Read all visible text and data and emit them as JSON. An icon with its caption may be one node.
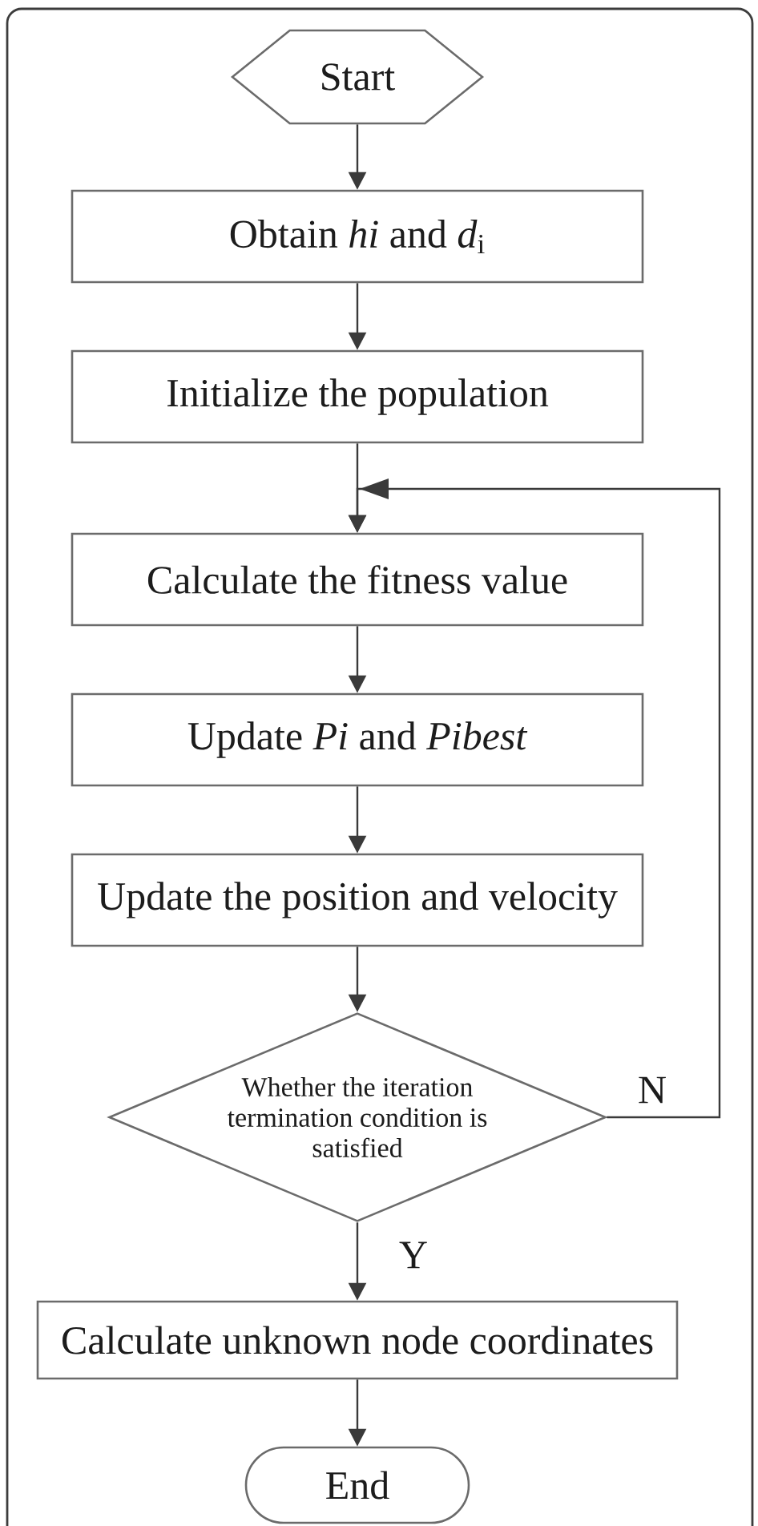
{
  "diagram": {
    "nodes": [
      {
        "text": [
          "Start"
        ]
      },
      {
        "text": [
          "Obtain *hi* and *d*$_{i}$"
        ]
      },
      {
        "text": [
          "Initialize the population"
        ]
      },
      {
        "text": [
          "Calculate the fitness value"
        ]
      },
      {
        "text": [
          "Update *Pi* and *Pibest*"
        ]
      },
      {
        "text": [
          "Update the position and velocity"
        ]
      },
      {
        "text": [
          "Whether the iteration termination condition is satisfied"
        ]
      },
      {
        "text": [
          "Calculate unknown node coordinates"
        ]
      },
      {
        "text": [
          "End"
        ]
      }
    ],
    "edges": [
      {
        "from": 0,
        "to": 1,
        "arrow": "to"
      },
      {
        "from": 1,
        "to": 2,
        "arrow": "to"
      },
      {
        "from": 2,
        "to": 3,
        "arrow": "to"
      },
      {
        "from": 3,
        "to": 4,
        "arrow": "to"
      },
      {
        "from": 4,
        "to": 5,
        "arrow": "to"
      },
      {
        "from": 5,
        "to": 6,
        "arrow": "to"
      },
      {
        "from": 6,
        "to": 7,
        "arrow": "to",
        "label": "Y"
      },
      {
        "from": 6,
        "to": 3,
        "arrow": "to",
        "label": "N"
      },
      {
        "from": 7,
        "to": 8,
        "arrow": "to"
      }
    ]
  }
}
